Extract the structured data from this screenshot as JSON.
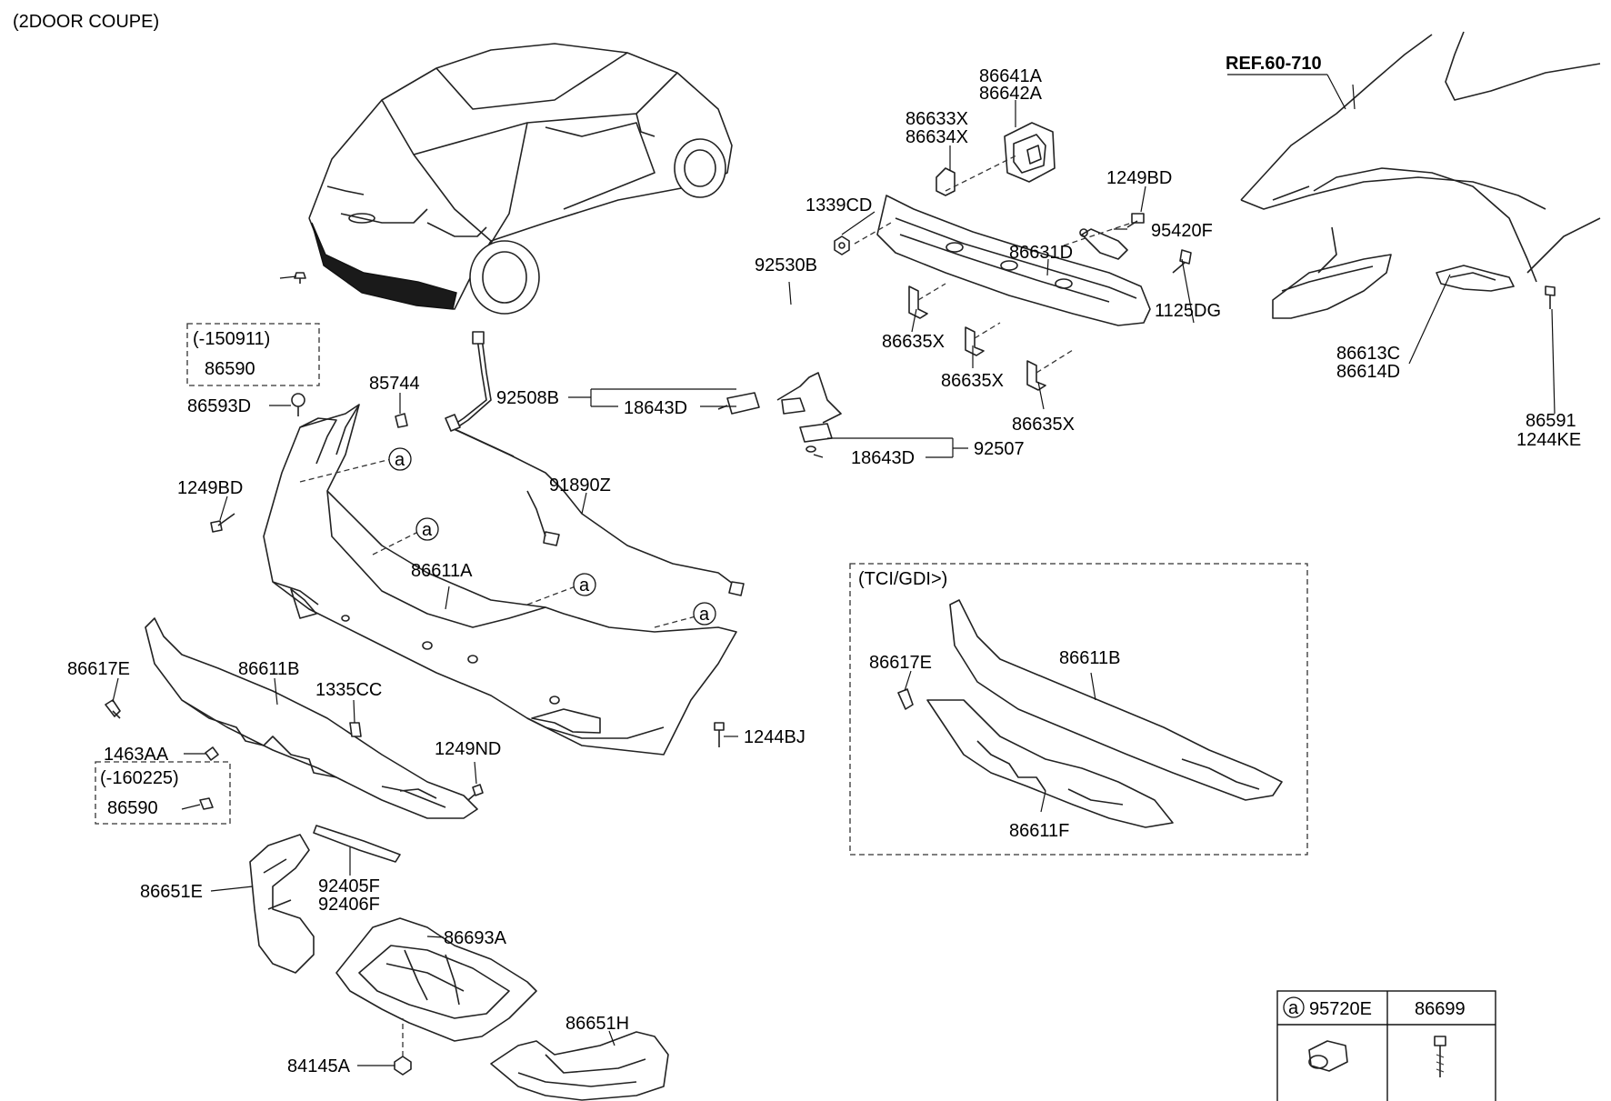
{
  "header": {
    "variant": "(2DOOR COUPE)"
  },
  "reference": {
    "label": "REF.60-710"
  },
  "circle_marker": "a",
  "labels": {
    "p86641A": "86641A",
    "p86642A": "86642A",
    "p86633X": "86633X",
    "p86634X": "86634X",
    "p1249BD_top": "1249BD",
    "p1339CD": "1339CD",
    "p86631D": "86631D",
    "p95420F": "95420F",
    "p1125DG": "1125DG",
    "p86635X_1": "86635X",
    "p86635X_2": "86635X",
    "p86635X_3": "86635X",
    "p92530B": "92530B",
    "p92508B": "92508B",
    "p18643D_1": "18643D",
    "p92507": "92507",
    "p18643D_2": "18643D",
    "p86613C": "86613C",
    "p86614D": "86614D",
    "p86591": "86591",
    "p1244KE": "1244KE",
    "box1_cond": "(-150911)",
    "p86590_1": "86590",
    "p86593D": "86593D",
    "p85744": "85744",
    "p1249BD_left": "1249BD",
    "p91890Z": "91890Z",
    "p86611A": "86611A",
    "p86617E_1": "86617E",
    "p86611B_1": "86611B",
    "p1335CC": "1335CC",
    "p1463AA": "1463AA",
    "box2_cond": "(-160225)",
    "p86590_2": "86590",
    "p1249ND": "1249ND",
    "p1244BJ": "1244BJ",
    "p86651E": "86651E",
    "p92405F": "92405F",
    "p92406F": "92406F",
    "p86693A": "86693A",
    "p84145A": "84145A",
    "p86651H": "86651H",
    "tci_cond": "(TCI/GDI>)",
    "p86617E_2": "86617E",
    "p86611B_2": "86611B",
    "p86611F": "86611F"
  },
  "legend_table": {
    "col1": "95720E",
    "col2": "86699"
  }
}
